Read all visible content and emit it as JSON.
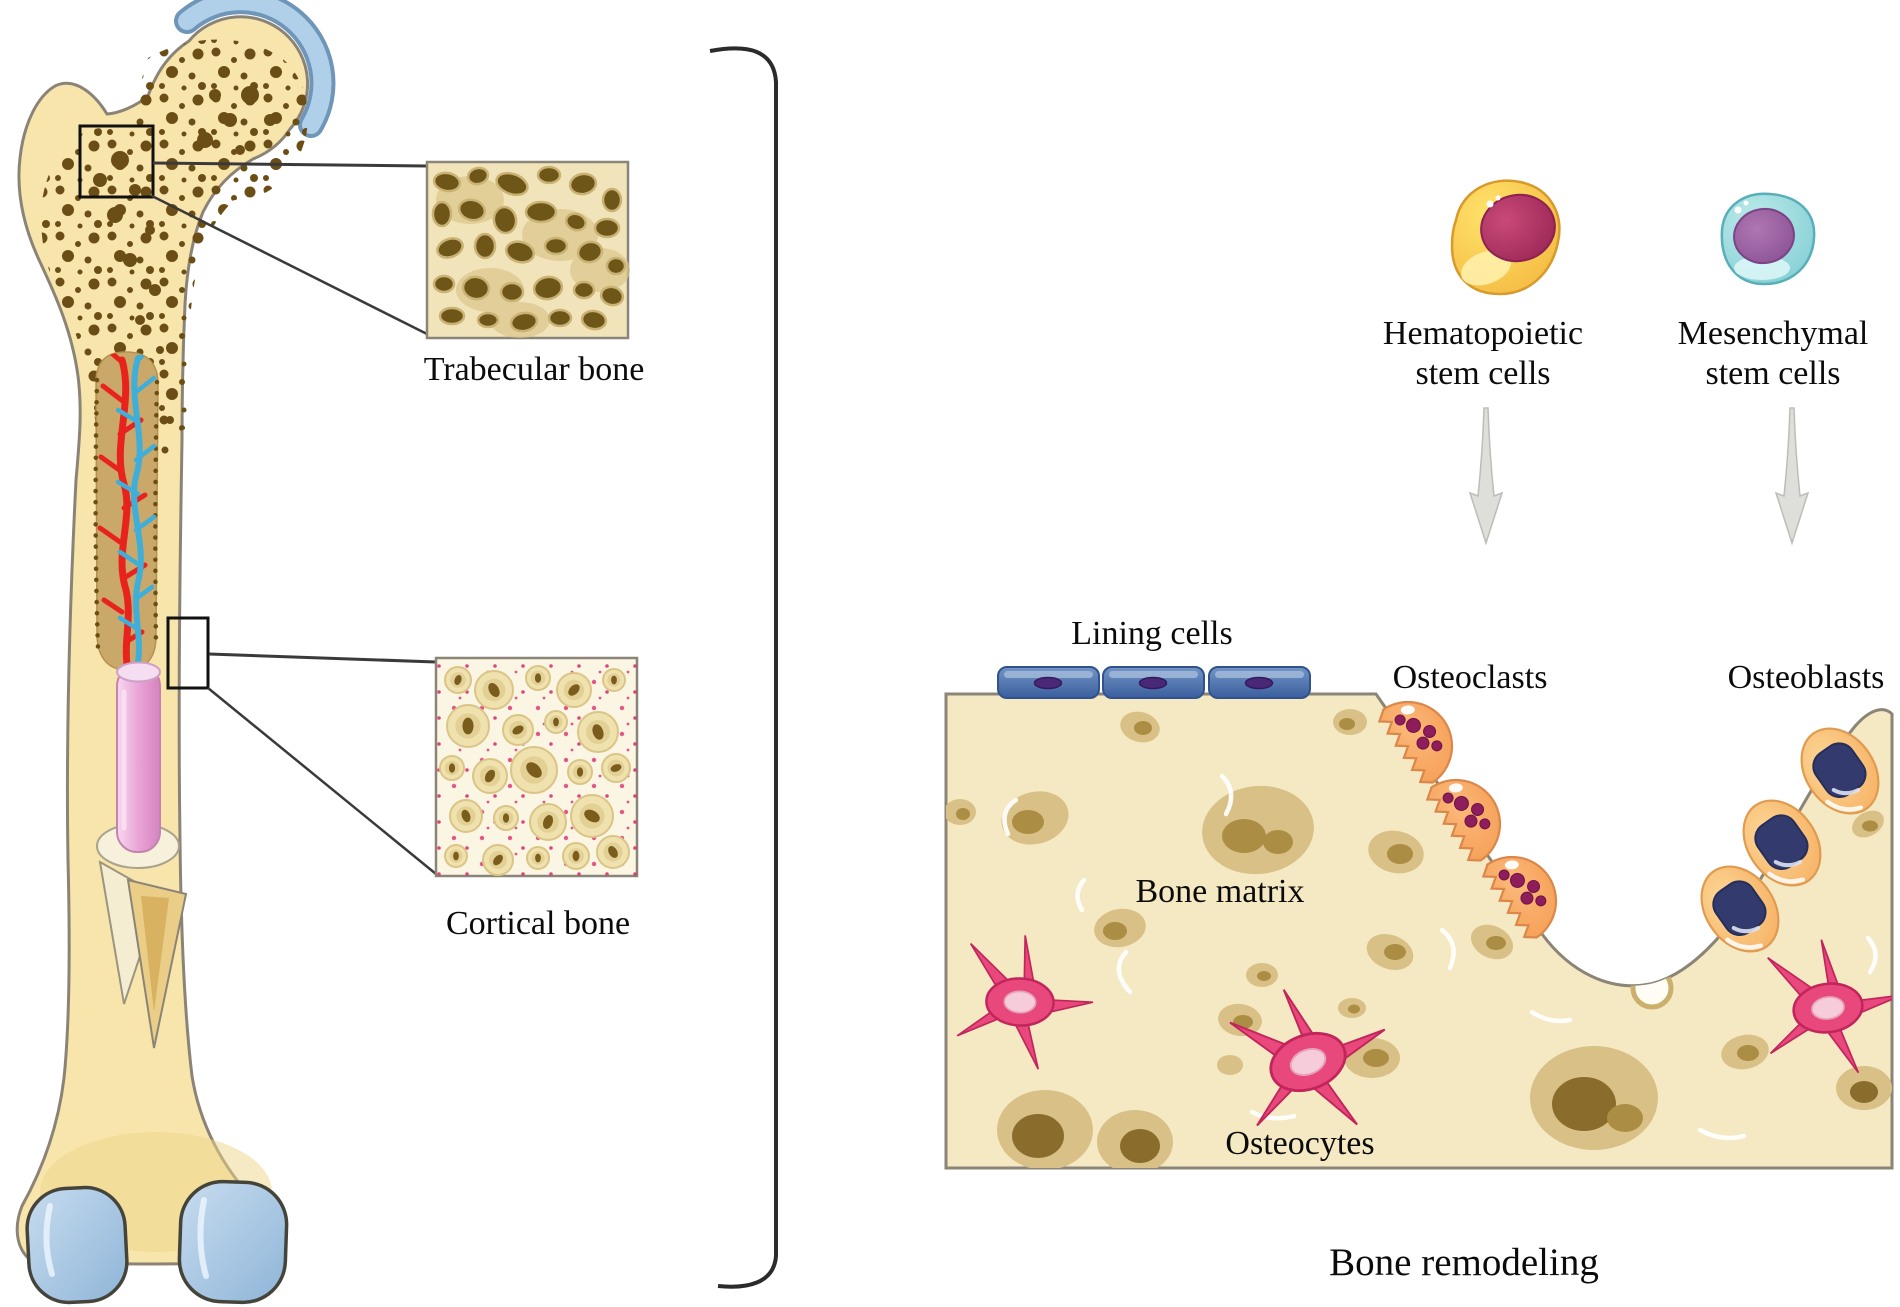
{
  "figure": {
    "left": {
      "trabecular_label": "Trabecular bone",
      "cortical_label": "Cortical bone"
    },
    "right": {
      "hematopoietic_label": [
        "Hematopoietic",
        "stem cells"
      ],
      "mesenchymal_label": [
        "Mesenchymal",
        "stem cells"
      ],
      "lining_cells_label": "Lining cells",
      "osteoclasts_label": "Osteoclasts",
      "osteoblasts_label": "Osteoblasts",
      "bone_matrix_label": "Bone matrix",
      "osteocytes_label": "Osteocytes",
      "caption": "Bone remodeling"
    },
    "colors": {
      "bone_fill": "#F8E5AC",
      "outline_gray": "#8B8476",
      "speckle_brown": "#6B4E16",
      "cartilage_blue": "#AFD0E8",
      "artery_red": "#E8231D",
      "vein_blue": "#3FAFD9",
      "marrow_pink": "#E9A4D6",
      "matrix_cream": "#F4E9C3",
      "matrix_blob_tan": "#D9C086",
      "lining_cell_blue": "#4C77B2",
      "osteoclast_orange": "#F59A4F",
      "osteoclast_granule": "#8E1D5B",
      "osteoblast_yellow": "#F5AE5C",
      "osteoblast_nucleus": "#333B6E",
      "osteocyte_pink": "#E8487C",
      "hsc_yellow": "#F3B33A",
      "hsc_nucleus": "#A62A5E",
      "msc_teal": "#79CBD2",
      "msc_nucleus": "#9A63A0",
      "arrow_gray": "#DEDEDA"
    }
  }
}
